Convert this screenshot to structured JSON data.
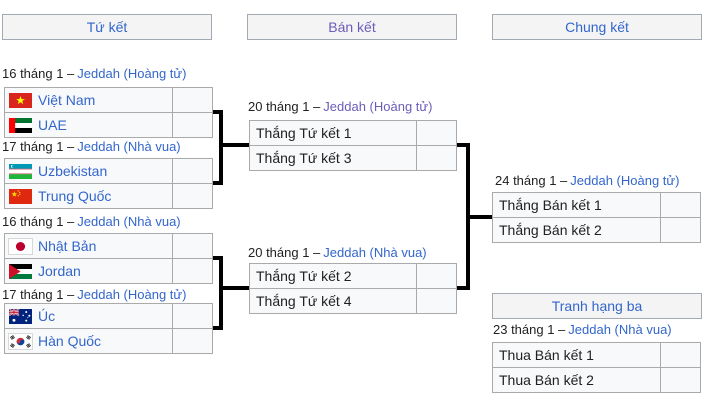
{
  "headers": {
    "quarterfinals": "Tứ kết",
    "semifinals": "Bán kết",
    "final": "Chung kết",
    "third_place": "Tranh hạng ba"
  },
  "matches": {
    "qf1": {
      "date": "16 tháng 1 –",
      "venue": "Jeddah (Hoàng tử)",
      "team1": "Việt Nam",
      "team2": "UAE",
      "flag1": "vietnam-flag-icon",
      "flag2": "uae-flag-icon",
      "score1": "",
      "score2": ""
    },
    "qf2": {
      "date": "17 tháng 1 –",
      "venue": "Jeddah (Nhà vua)",
      "team1": "Uzbekistan",
      "team2": "Trung Quốc",
      "flag1": "uzbekistan-flag-icon",
      "flag2": "china-flag-icon",
      "score1": "",
      "score2": ""
    },
    "qf3": {
      "date": "16 tháng 1 –",
      "venue": "Jeddah (Nhà vua)",
      "team1": "Nhật Bản",
      "team2": "Jordan",
      "flag1": "japan-flag-icon",
      "flag2": "jordan-flag-icon",
      "score1": "",
      "score2": ""
    },
    "qf4": {
      "date": "17 tháng 1 –",
      "venue": "Jeddah (Hoàng tử)",
      "team1": "Úc",
      "team2": "Hàn Quốc",
      "flag1": "australia-flag-icon",
      "flag2": "south-korea-flag-icon",
      "score1": "",
      "score2": ""
    },
    "sf1": {
      "date": "20 tháng 1 –",
      "venue": "Jeddah (Hoàng tử)",
      "team1": "Thắng Tứ kết 1",
      "team2": "Thắng Tứ kết 3",
      "score1": "",
      "score2": ""
    },
    "sf2": {
      "date": "20 tháng 1 –",
      "venue": "Jeddah (Nhà vua)",
      "team1": "Thắng Tứ kết 2",
      "team2": "Thắng Tứ kết 4",
      "score1": "",
      "score2": ""
    },
    "final": {
      "date": "24 tháng 1 –",
      "venue": "Jeddah (Hoàng tử)",
      "team1": "Thắng Bán kết 1",
      "team2": "Thắng Bán kết 2",
      "score1": "",
      "score2": ""
    },
    "third": {
      "date": "23 tháng 1 –",
      "venue": "Jeddah (Nhà vua)",
      "team1": "Thua Bán kết 1",
      "team2": "Thua Bán kết 2",
      "score1": "",
      "score2": ""
    }
  },
  "colors": {
    "link": "#3366cc",
    "visited_link": "#6d5cb8",
    "text": "#202122",
    "connector": "#000000",
    "box_background": "#f4f4f4",
    "row_background": "#f8f9fa",
    "border": "#aaaaaa"
  }
}
